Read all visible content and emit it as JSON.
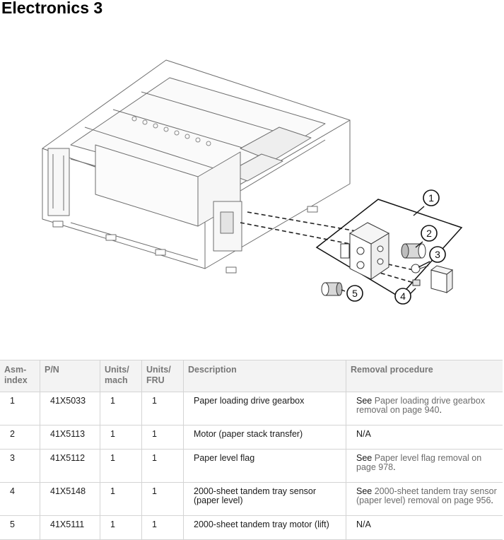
{
  "page": {
    "title": "Electronics 3"
  },
  "figure": {
    "callouts": [
      "1",
      "2",
      "3",
      "4",
      "5"
    ]
  },
  "table": {
    "headers": {
      "asm_index": [
        "Asm-",
        "index"
      ],
      "pn": "P/N",
      "units_mach": [
        "Units/",
        "mach"
      ],
      "units_fru": [
        "Units/",
        "FRU"
      ],
      "description": "Description",
      "removal": "Removal procedure"
    },
    "rows": [
      {
        "index": "1",
        "pn": "41X5033",
        "units_mach": "1",
        "units_fru": "1",
        "description": "Paper loading drive gearbox",
        "removal": {
          "prefix": "See ",
          "link": "Paper loading drive gearbox removal on page 940",
          "suffix": "."
        }
      },
      {
        "index": "2",
        "pn": "41X5113",
        "units_mach": "1",
        "units_fru": "1",
        "description": "Motor (paper stack transfer)",
        "removal": {
          "prefix": "N/A",
          "link": "",
          "suffix": ""
        }
      },
      {
        "index": "3",
        "pn": "41X5112",
        "units_mach": "1",
        "units_fru": "1",
        "description": "Paper level flag",
        "removal": {
          "prefix": "See ",
          "link": "Paper level flag removal on page 978",
          "suffix": "."
        }
      },
      {
        "index": "4",
        "pn": "41X5148",
        "units_mach": "1",
        "units_fru": "1",
        "description": "2000-sheet tandem tray sensor (paper level)",
        "removal": {
          "prefix": "See ",
          "link": "2000-sheet tandem tray sensor (paper level) removal on page 956",
          "suffix": "."
        }
      },
      {
        "index": "5",
        "pn": "41X5111",
        "units_mach": "1",
        "units_fru": "1",
        "description": "2000-sheet tandem tray motor (lift)",
        "removal": {
          "prefix": "N/A",
          "link": "",
          "suffix": ""
        }
      }
    ]
  }
}
